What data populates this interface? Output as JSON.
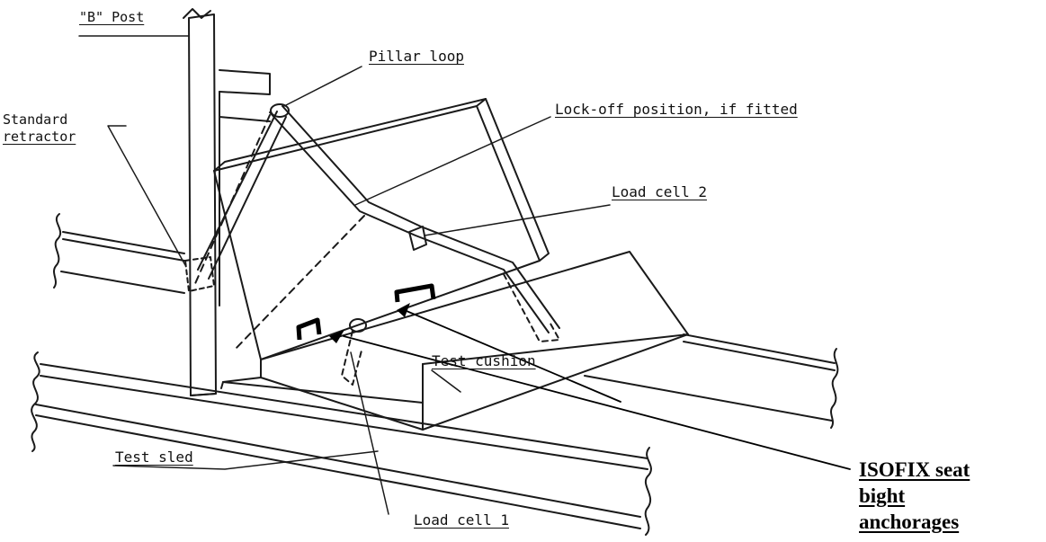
{
  "labels": {
    "b_post": "\"B\" Post",
    "pillar_loop": "Pillar loop",
    "lock_off": "Lock-off position, if fitted",
    "standard_retractor_1": "Standard",
    "standard_retractor_2": "retractor",
    "load_cell_2": "Load cell 2",
    "test_cushion": "Test cushion",
    "test_sled": "Test sled",
    "load_cell_1": "Load cell 1"
  },
  "callout": {
    "line1": "ISOFIX seat",
    "line2": "bight",
    "line3": "anchorages"
  },
  "colors": {
    "line": "#1a1a1a",
    "callout_text": "#000000",
    "background": "#ffffff"
  }
}
